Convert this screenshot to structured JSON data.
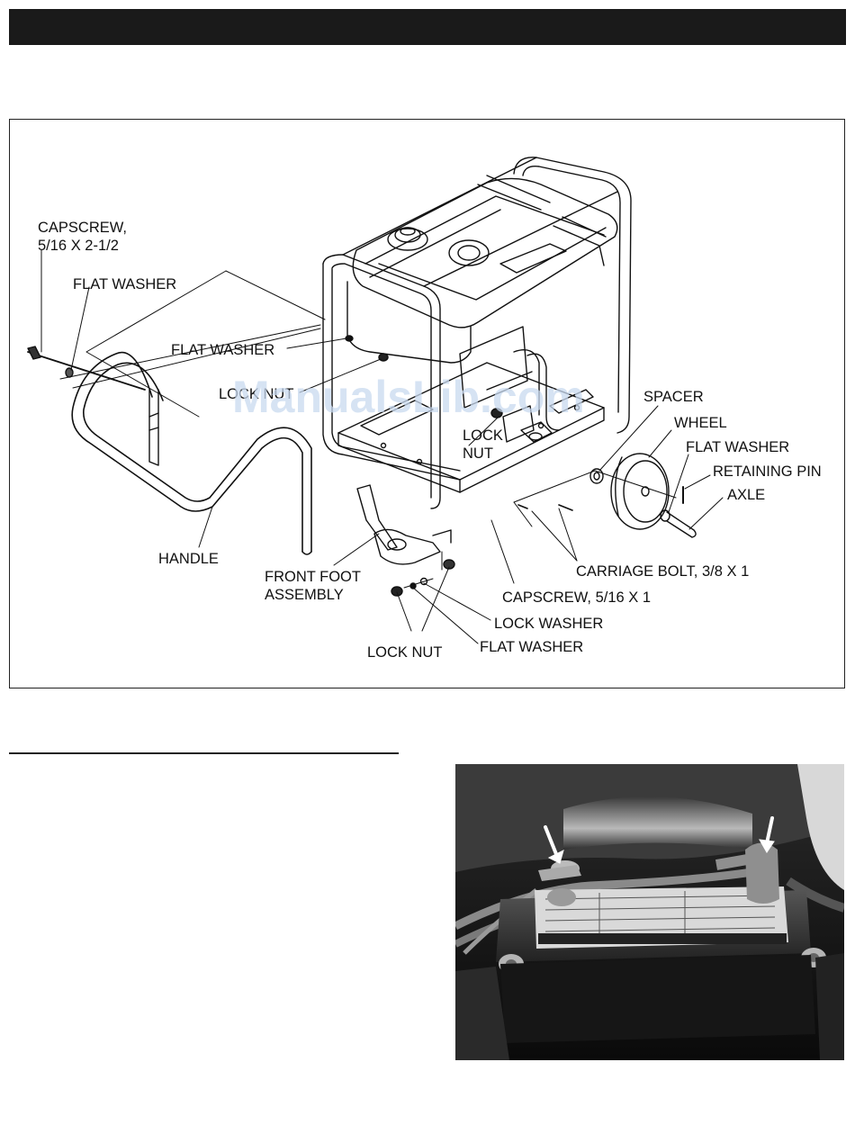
{
  "diagram": {
    "callouts": {
      "capscrew_long": "CAPSCREW,\n5/16 X 2-1/2",
      "flat_washer_left": "FLAT WASHER",
      "flat_washer_frame": "FLAT WASHER",
      "lock_nut_frame": "LOCK NUT",
      "lock_nut_center": "LOCK\nNUT",
      "spacer": "SPACER",
      "wheel": "WHEEL",
      "flat_washer_wheel": "FLAT WASHER",
      "retaining_pin": "RETAINING PIN",
      "axle": "AXLE",
      "handle": "HANDLE",
      "front_foot_assembly": "FRONT FOOT\nASSEMBLY",
      "carriage_bolt": "CARRIAGE BOLT, 3/8 X 1",
      "capscrew_short": "CAPSCREW, 5/16 X 1",
      "lock_washer": "LOCK WASHER",
      "flat_washer_bottom": "FLAT WASHER",
      "lock_nut_bottom": "LOCK NUT"
    },
    "watermark": "ManualsLib.com"
  },
  "colors": {
    "header_bar": "#1a1a1a",
    "watermark": "#c9daf0",
    "arrow": "#ffffff"
  }
}
